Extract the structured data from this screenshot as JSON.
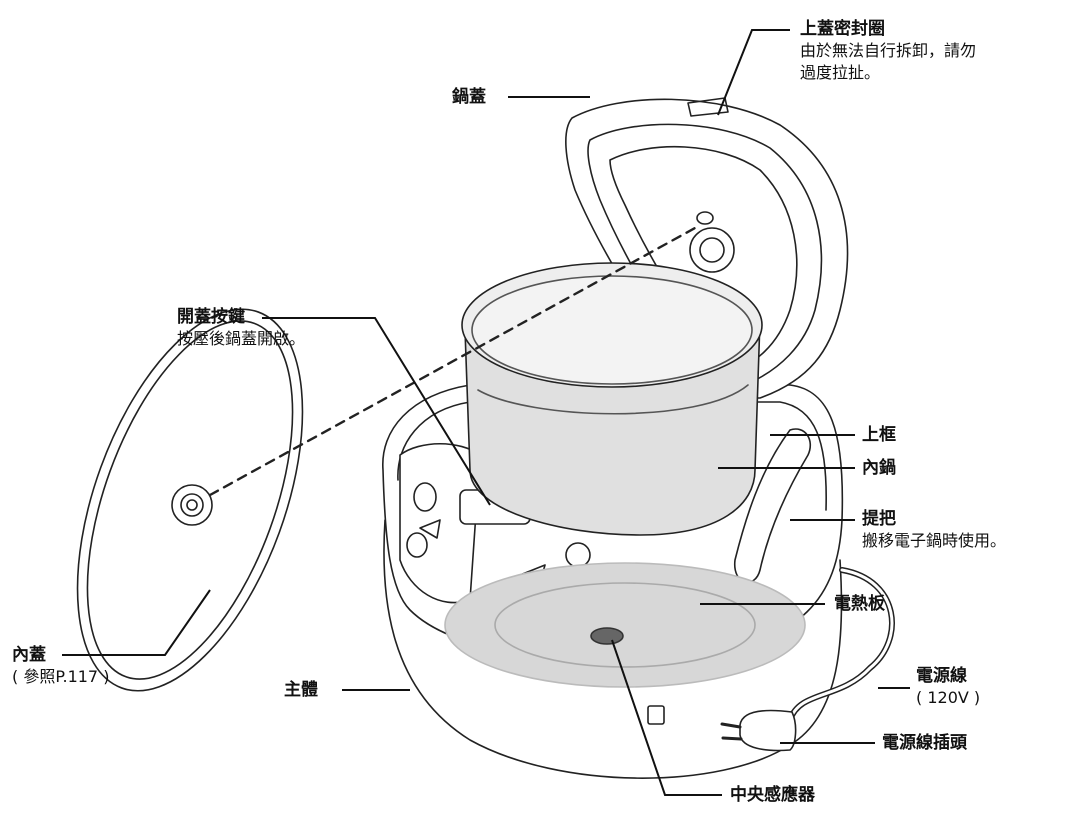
{
  "labels": {
    "lid": {
      "title": "鍋蓋"
    },
    "lid_seal": {
      "title": "上蓋密封圈",
      "desc_line1": "由於無法自行拆卸，請勿",
      "desc_line2": "過度拉扯。"
    },
    "release_button": {
      "title": "開蓋按鍵",
      "desc": "按壓後鍋蓋開啟。"
    },
    "inner_lid": {
      "title": "內蓋",
      "desc": "( 參照P.117 )"
    },
    "upper_frame": {
      "title": "上框"
    },
    "inner_pot": {
      "title": "內鍋"
    },
    "handle": {
      "title": "提把",
      "desc": "搬移電子鍋時使用。"
    },
    "heating_plate": {
      "title": "電熱板"
    },
    "main_body": {
      "title": "主體"
    },
    "power_cord": {
      "title": "電源線",
      "desc": "( 120V )"
    },
    "power_plug": {
      "title": "電源線插頭"
    },
    "center_sensor": {
      "title": "中央感應器"
    }
  }
}
